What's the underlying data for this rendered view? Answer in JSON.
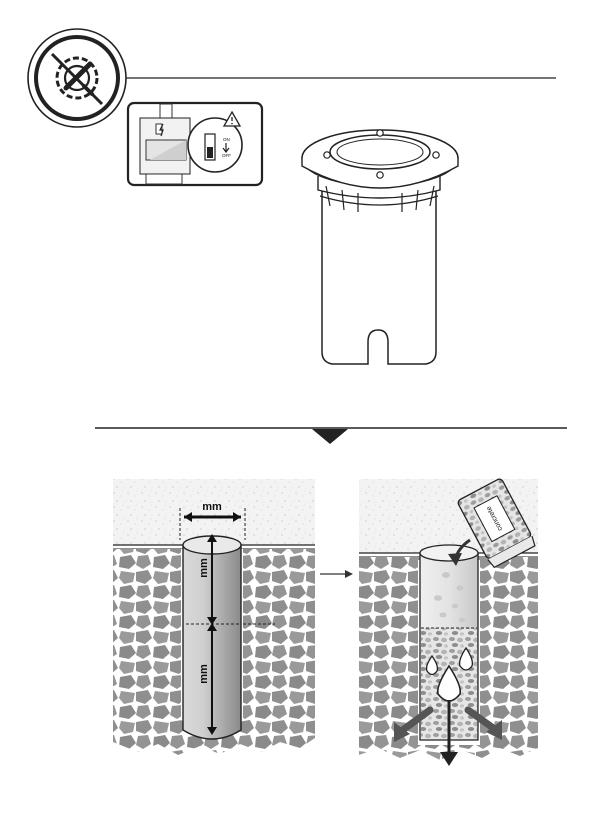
{
  "switch_panel": {
    "on_label": "ON",
    "off_label": "OFF"
  },
  "step_dig": {
    "width_label": "mm",
    "depth_upper_label": "mm",
    "depth_lower_label": "mm"
  },
  "step_fill": {
    "bag_label": "concrete"
  },
  "icons": [
    "no-tools-icon",
    "lightning-icon",
    "warning-icon",
    "arrow-right-icon",
    "section-down-arrow-icon",
    "water-drop-icon"
  ]
}
